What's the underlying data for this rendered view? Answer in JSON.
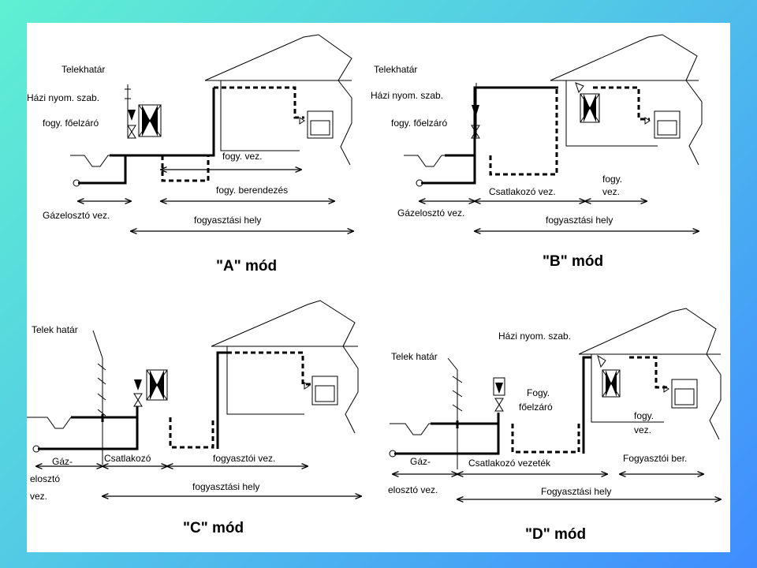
{
  "panels": {
    "a": {
      "mode": "\"A\" mód",
      "border_label": "Telekhatár",
      "regulator_label": "Házi nyom. szab.",
      "valve_label": "fogy. főelzáró",
      "consumer_pipe": "fogy. vez.",
      "consumer_equipment": "fogy. berendezés",
      "distribution_pipe": "Gázelosztó vez.",
      "consumption_place": "fogyasztási hely"
    },
    "b": {
      "mode": "\"B\" mód",
      "border_label": "Telekhatár",
      "regulator_label": "Házi nyom. szab.",
      "valve_label": "fogy. főelzáró",
      "connecting_pipe": "Csatlakozó vez.",
      "consumer_pipe_1": "fogy.",
      "consumer_pipe_2": "vez.",
      "distribution_pipe": "Gázelosztó vez.",
      "consumption_place": "fogyasztási hely"
    },
    "c": {
      "mode": "\"C\" mód",
      "border_label": "Telek határ",
      "distribution_1": "Gáz-",
      "distribution_2": "elosztó",
      "distribution_3": "vez.",
      "connecting": "Csatlakozó",
      "consumer_pipe": "fogyasztói vez.",
      "consumption_place": "fogyasztási hely"
    },
    "d": {
      "mode": "\"D\" mód",
      "border_label": "Telek határ",
      "regulator_label": "Házi nyom. szab.",
      "valve_label_1": "Fogy.",
      "valve_label_2": "főelzáró",
      "consumer_pipe_1": "fogy.",
      "consumer_pipe_2": "vez.",
      "distribution_1": "Gáz-",
      "distribution_2": "elosztó vez.",
      "connecting_pipe": "Csatlakozó vezeték",
      "consumer_equipment": "Fogyasztói ber.",
      "consumption_place": "Fogyasztási hely"
    }
  },
  "colors": {
    "background_start": "#5ff0d2",
    "background_end": "#3f8cff",
    "sheet": "#ffffff",
    "ink": "#000000"
  }
}
